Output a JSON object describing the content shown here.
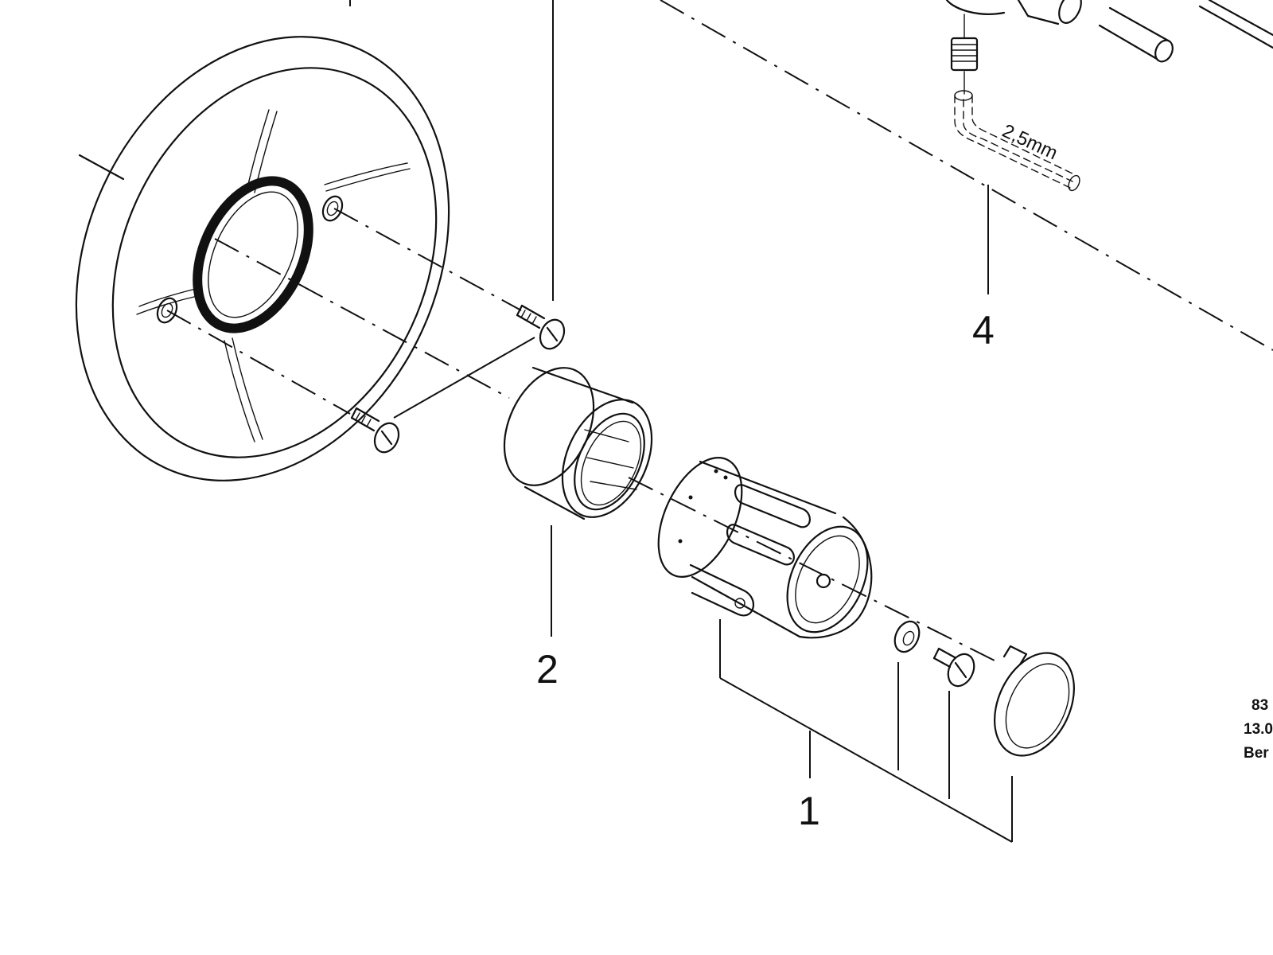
{
  "callouts": {
    "item_1": "1",
    "item_2": "2",
    "item_4": "4"
  },
  "dimension_label": "2,5mm",
  "drawing_stamp": {
    "line_1": "83",
    "line_2": "13.0",
    "line_3": "Ber"
  },
  "colors": {
    "ink": "#111111",
    "paper": "#ffffff"
  }
}
